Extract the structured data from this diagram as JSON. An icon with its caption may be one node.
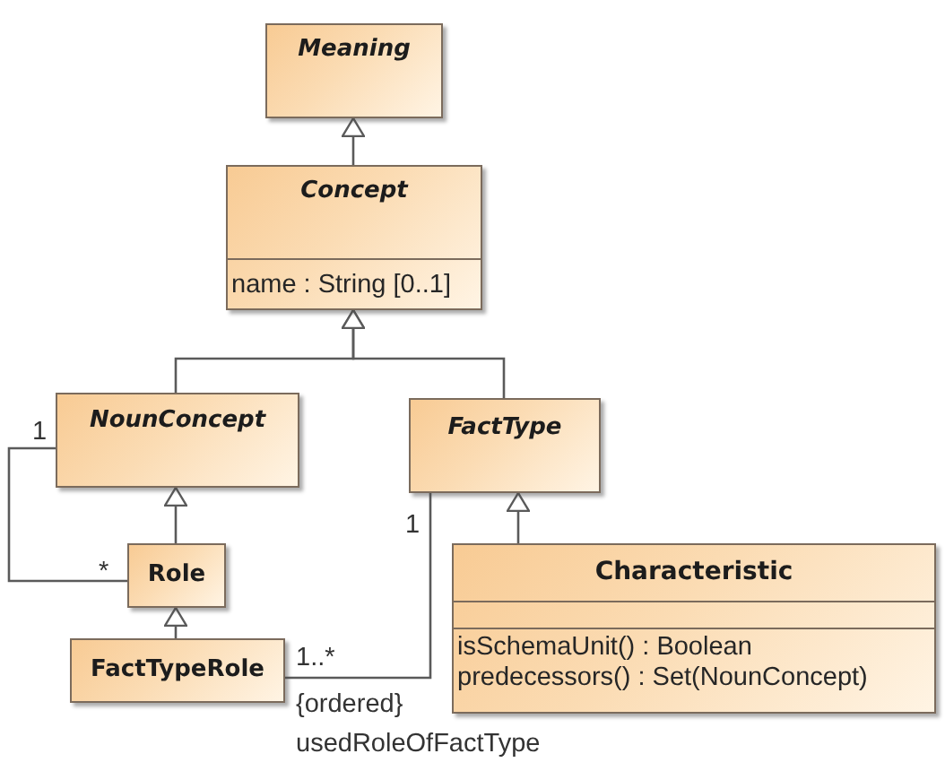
{
  "diagram": {
    "nodes": [
      {
        "text": [
          "Meaning"
        ]
      },
      {
        "text": [
          "Concept",
          "name : String [0..1]"
        ]
      },
      {
        "text": [
          "NounConcept"
        ]
      },
      {
        "text": [
          "FactType"
        ]
      },
      {
        "text": [
          "Role"
        ]
      },
      {
        "text": [
          "FactTypeRole"
        ]
      },
      {
        "text": [
          "Characteristic",
          "isSchemaUnit() : Boolean",
          "predecessors() : Set(NounConcept)"
        ]
      }
    ],
    "edges": [
      {
        "from": 1,
        "to": 0,
        "arrow": "to"
      },
      {
        "from": 2,
        "to": 1,
        "arrow": "to"
      },
      {
        "from": 3,
        "to": 1,
        "arrow": "to"
      },
      {
        "from": 4,
        "to": 2,
        "arrow": "to"
      },
      {
        "from": 5,
        "to": 4,
        "arrow": "to"
      },
      {
        "from": 6,
        "to": 3,
        "arrow": "to"
      },
      {
        "from": 2,
        "to": 4,
        "arrow": "none"
      },
      {
        "from": 5,
        "to": 3,
        "arrow": "none"
      }
    ],
    "labels": [
      "1",
      "1",
      "*",
      "1..*",
      "{ordered}",
      "usedRoleOfFactType"
    ]
  }
}
